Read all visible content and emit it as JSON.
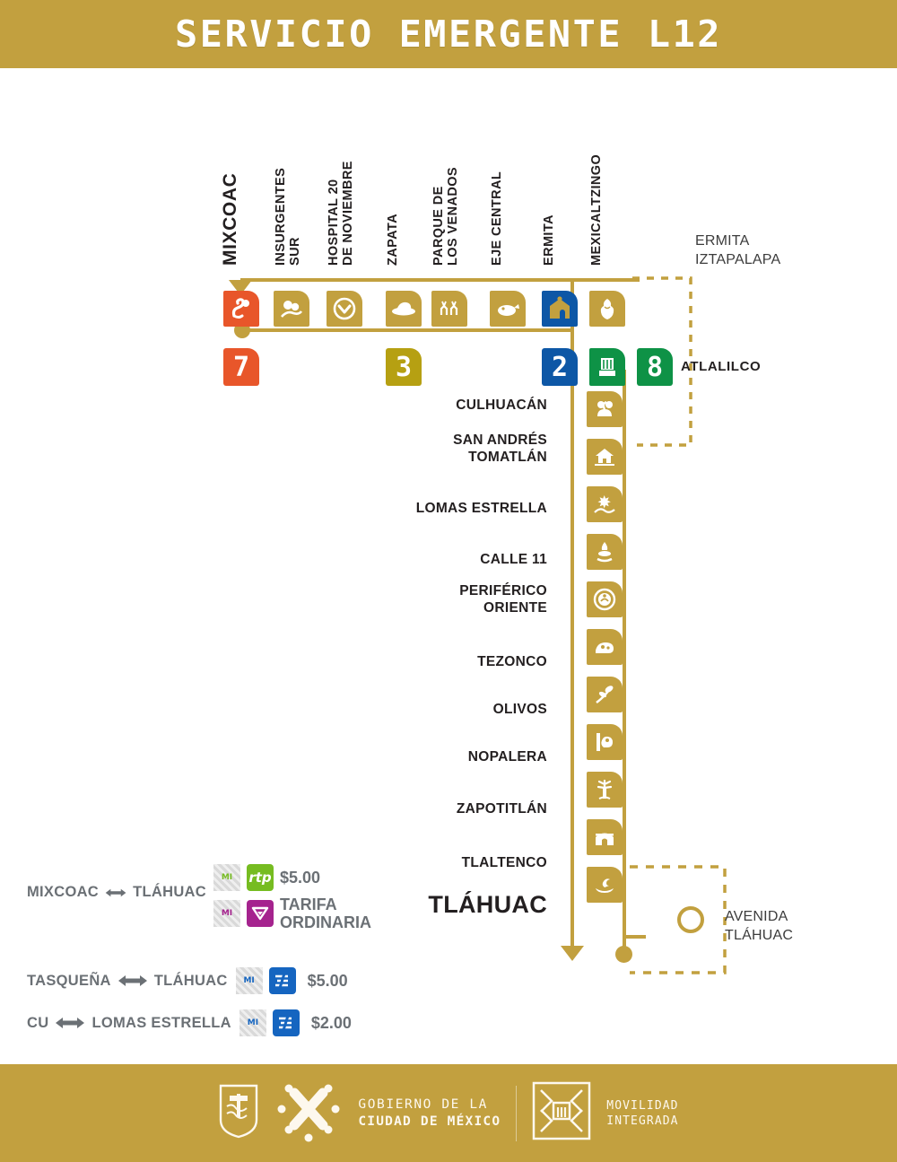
{
  "header": {
    "title": "SERVICIO EMERGENTE L12"
  },
  "colors": {
    "gold": "#C2A03F",
    "gold_dark": "#B18F33",
    "line7_orange": "#E8562A",
    "line3_olive": "#B6A012",
    "line2_blue": "#0D57A6",
    "line8_green": "#0E9246",
    "rtp_green": "#76BC21",
    "metrobus_purple": "#A5238E",
    "trenligero_blue": "#1565C0",
    "text_dark": "#231f20",
    "text_grey": "#6b7075"
  },
  "top_corridor": {
    "stations": [
      {
        "name": "MIXCOAC",
        "emphasis": "big",
        "icon": "mixcoac-serpent-icon",
        "icon_color": "#E8562A",
        "line_badge": "7",
        "badge_color": "#E8562A"
      },
      {
        "name": "INSURGENTES\nSUR",
        "emphasis": "normal",
        "icon": "insurgentes-sur-icon",
        "icon_color": "#C2A03F",
        "line_badge": null,
        "badge_color": null
      },
      {
        "name": "HOSPITAL 20\nDE NOVIEMBRE",
        "emphasis": "normal",
        "icon": "hospital-20-noviembre-icon",
        "icon_color": "#C2A03F",
        "line_badge": null,
        "badge_color": null
      },
      {
        "name": "ZAPATA",
        "emphasis": "normal",
        "icon": "zapata-hat-icon",
        "icon_color": "#C2A03F",
        "line_badge": "3",
        "badge_color": "#B6A012"
      },
      {
        "name": "PARQUE DE\nLOS VENADOS",
        "emphasis": "normal",
        "icon": "parque-venados-deer-icon",
        "icon_color": "#C2A03F",
        "line_badge": null,
        "badge_color": null
      },
      {
        "name": "EJE CENTRAL",
        "emphasis": "normal",
        "icon": "eje-central-icon",
        "icon_color": "#C2A03F",
        "line_badge": null,
        "badge_color": null
      },
      {
        "name": "ERMITA",
        "emphasis": "normal",
        "icon": "ermita-church-icon",
        "icon_color": "#0D57A6",
        "line_badge": "2",
        "badge_color": "#0D57A6"
      },
      {
        "name": "MEXICALTZINGO",
        "emphasis": "normal",
        "icon": "mexicaltzingo-warrior-icon",
        "icon_color": "#C2A03F",
        "line_badge": null,
        "badge_color": null
      }
    ],
    "branch_label": "ERMITA\nIZTAPALAPA",
    "atlalilco": {
      "label": "ATLALILCO",
      "icon": "atlalilco-icon",
      "badge": "8",
      "badge_color": "#0E9246"
    }
  },
  "south_corridor": {
    "stations": [
      {
        "name": "CULHUACÁN",
        "emphasis": "normal",
        "icon": "culhuacan-icon"
      },
      {
        "name": "SAN ANDRÉS\nTOMATLÁN",
        "emphasis": "normal",
        "icon": "san-andres-tomatlan-icon"
      },
      {
        "name": "LOMAS ESTRELLA",
        "emphasis": "normal",
        "icon": "lomas-estrella-icon"
      },
      {
        "name": "CALLE 11",
        "emphasis": "normal",
        "icon": "calle-11-icon"
      },
      {
        "name": "PERIFÉRICO\nORIENTE",
        "emphasis": "normal",
        "icon": "periferico-oriente-icon"
      },
      {
        "name": "TEZONCO",
        "emphasis": "normal",
        "icon": "tezonco-icon"
      },
      {
        "name": "OLIVOS",
        "emphasis": "normal",
        "icon": "olivos-icon"
      },
      {
        "name": "NOPALERA",
        "emphasis": "normal",
        "icon": "nopalera-cactus-icon"
      },
      {
        "name": "ZAPOTITLÁN",
        "emphasis": "normal",
        "icon": "zapotitlan-tree-icon"
      },
      {
        "name": "TLALTENCO",
        "emphasis": "normal",
        "icon": "tlaltenco-arch-icon"
      },
      {
        "name": "TLÁHUAC",
        "emphasis": "big",
        "icon": "tlahuac-icon"
      }
    ],
    "avenida_label": "AVENIDA\nTLÁHUAC"
  },
  "fares": [
    {
      "route": {
        "origin": "MIXCOAC",
        "destination": "TLÁHUAC"
      },
      "options": [
        {
          "mi_label": "MI",
          "mi_color": "#76BC21",
          "operator": "rtp",
          "operator_icon": "rtp-logo-icon",
          "operator_color": "#76BC21",
          "price": "$5.00"
        },
        {
          "mi_label": "MI",
          "mi_color": "#A5238E",
          "operator": "metrobus",
          "operator_icon": "metrobus-logo-icon",
          "operator_color": "#A5238E",
          "price": "TARIFA\nORDINARIA"
        }
      ]
    },
    {
      "route": {
        "origin": "TASQUEÑA",
        "destination": "TLÁHUAC"
      },
      "options": [
        {
          "mi_label": "MI",
          "mi_color": "#1565C0",
          "operator": "tren-ligero",
          "operator_icon": "tren-ligero-logo-icon",
          "operator_color": "#1565C0",
          "price": "$5.00"
        }
      ]
    },
    {
      "route": {
        "origin": "CU",
        "destination": "LOMAS ESTRELLA"
      },
      "options": [
        {
          "mi_label": "MI",
          "mi_color": "#1565C0",
          "operator": "tren-ligero",
          "operator_icon": "tren-ligero-logo-icon",
          "operator_color": "#1565C0",
          "price": "$2.00"
        }
      ]
    }
  ],
  "footer": {
    "gobierno_line1": "GOBIERNO DE LA",
    "gobierno_line2": "CIUDAD DE MÉXICO",
    "movilidad_line1": "MOVILIDAD",
    "movilidad_line2": "INTEGRADA"
  }
}
